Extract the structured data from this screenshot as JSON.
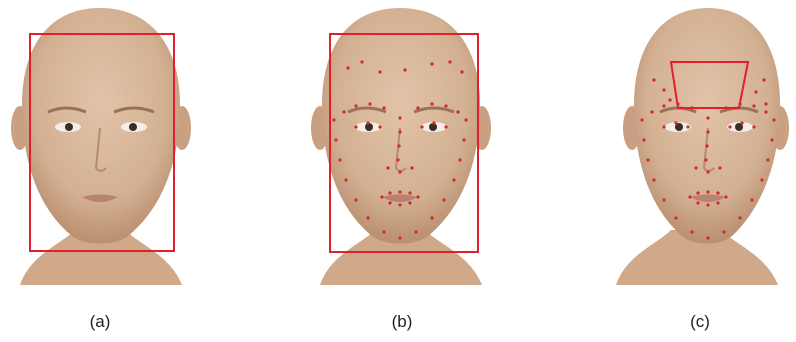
{
  "panels": [
    {
      "id": "a",
      "caption": "(a)",
      "annotation": "bounding-box"
    },
    {
      "id": "b",
      "caption": "(b)",
      "annotation": "bounding-box-with-landmarks"
    },
    {
      "id": "c",
      "caption": "(c)",
      "annotation": "landmarks-with-forehead-roi"
    }
  ],
  "colors": {
    "skin": "#d9b89c",
    "skin_shadow": "#c49a7a",
    "box": "#e0202a",
    "landmark": "#d42a26",
    "background": "#ffffff"
  }
}
